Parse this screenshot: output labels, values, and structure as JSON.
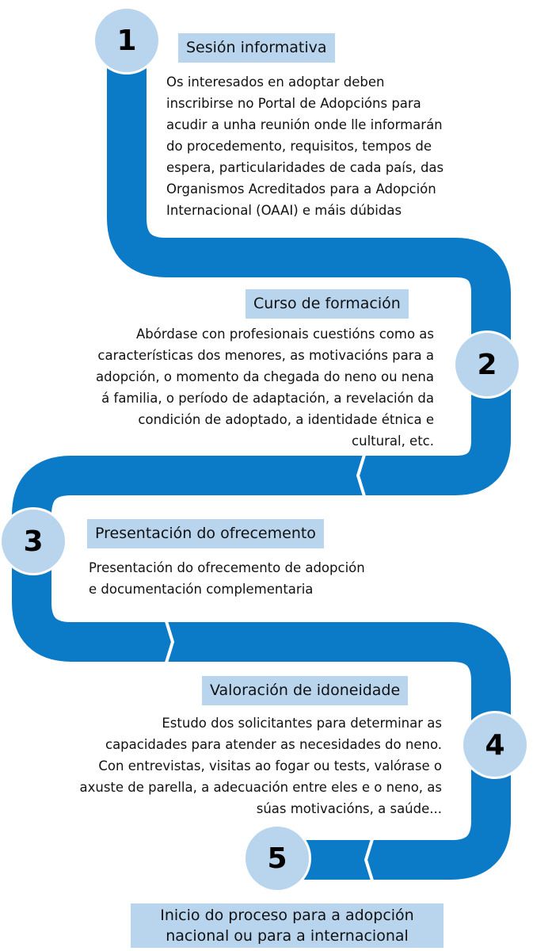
{
  "colors": {
    "road": "#0b7bc7",
    "circle": "#b9d5ee"
  },
  "steps": [
    {
      "number": "1",
      "title": "Sesión informativa",
      "lines": [
        "Os interesados en adoptar deben",
        "inscribirse no Portal de Adopcións para",
        "acudir a unha reunión onde lle informarán",
        "do procedemento, requisitos, tempos de",
        "espera, particularidades de cada país, das",
        "Organismos Acreditados para a Adopción",
        "Internacional (OAAI) e máis dúbidas"
      ]
    },
    {
      "number": "2",
      "title": "Curso de formación",
      "lines": [
        "Abórdase con profesionais cuestións como as",
        "características dos menores, as motivacións para a",
        "adopción, o momento da chegada do neno ou nena",
        "á familia, o período de adaptación, a revelación da",
        "condición de adoptado, a identidade étnica e",
        "cultural, etc."
      ]
    },
    {
      "number": "3",
      "title": "Presentación do ofrecemento",
      "lines": [
        "Presentación do ofrecemento de adopción",
        "e documentación complementaria"
      ]
    },
    {
      "number": "4",
      "title": "Valoración de idoneidade",
      "lines": [
        "Estudo dos solicitantes para determinar as",
        "capacidades para atender as necesidades do neno.",
        "Con entrevistas, visitas ao fogar ou tests, valórase o",
        "axuste de parella, a adecuación entre eles e o neno, as",
        "súas motivacións, a saúde..."
      ]
    },
    {
      "number": "5",
      "lines": [
        "Inicio do proceso para a adopción",
        "nacional ou para a internacional"
      ]
    }
  ]
}
